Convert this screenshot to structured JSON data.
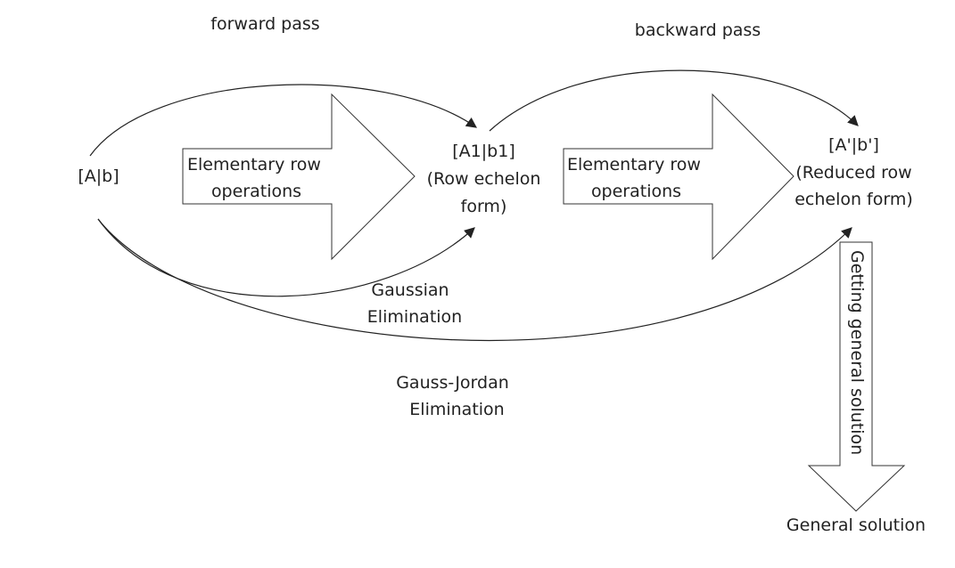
{
  "labels": {
    "forward_pass": "forward pass",
    "backward_pass": "backward pass",
    "matrix_ab": "[A|b]",
    "matrix_a1b1": "[A1|b1]",
    "row_echelon": "(Row echelon",
    "form": "form)",
    "matrix_aprime": "[A'|b']",
    "reduced_row": "(Reduced row",
    "echelon_form": "echelon form)",
    "ero_1_line1": "Elementary row",
    "ero_1_line2": "operations",
    "ero_2_line1": "Elementary row",
    "ero_2_line2": "operations",
    "gaussian": "Gaussian",
    "elimination": "Elimination",
    "gauss_jordan": "Gauss-Jordan",
    "gauss_jordan_elim": "Elimination",
    "getting_general": "Getting general solution",
    "general_solution": "General solution"
  },
  "colors": {
    "stroke": "#222222",
    "text": "#222222"
  }
}
